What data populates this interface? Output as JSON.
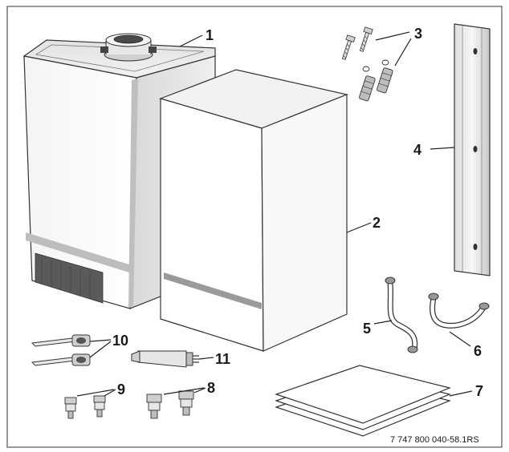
{
  "callouts": {
    "c1": "1",
    "c2": "2",
    "c3": "3",
    "c4": "4",
    "c5": "5",
    "c6": "6",
    "c7": "7",
    "c8": "8",
    "c9": "9",
    "c10": "10",
    "c11": "11"
  },
  "reference_code": "7 747 800 040-58.1RS"
}
